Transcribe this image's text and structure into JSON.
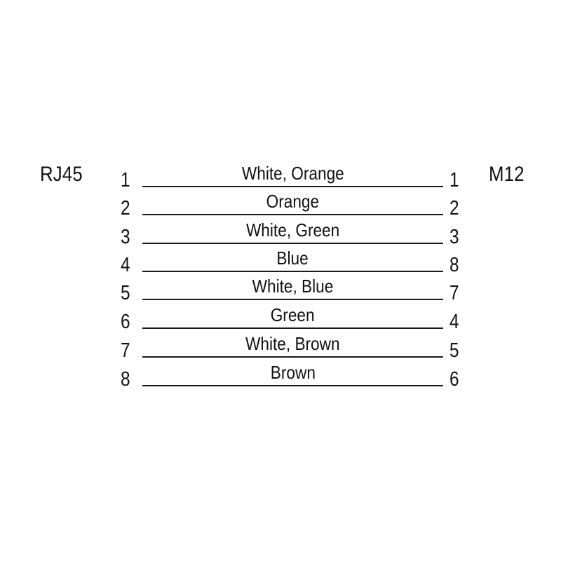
{
  "diagram": {
    "title_left": "RJ45",
    "title_right": "M12",
    "background_color": "#ffffff",
    "line_color": "#1a1a1a",
    "text_color": "#111111",
    "rows": [
      {
        "left_pin": "1",
        "right_pin": "1",
        "wire": "White, Orange"
      },
      {
        "left_pin": "2",
        "right_pin": "2",
        "wire": "Orange"
      },
      {
        "left_pin": "3",
        "right_pin": "3",
        "wire": "White, Green"
      },
      {
        "left_pin": "4",
        "right_pin": "8",
        "wire": "Blue"
      },
      {
        "left_pin": "5",
        "right_pin": "7",
        "wire": "White, Blue"
      },
      {
        "left_pin": "6",
        "right_pin": "4",
        "wire": "Green"
      },
      {
        "left_pin": "7",
        "right_pin": "5",
        "wire": "White, Brown"
      },
      {
        "left_pin": "8",
        "right_pin": "6",
        "wire": "Brown"
      }
    ]
  }
}
